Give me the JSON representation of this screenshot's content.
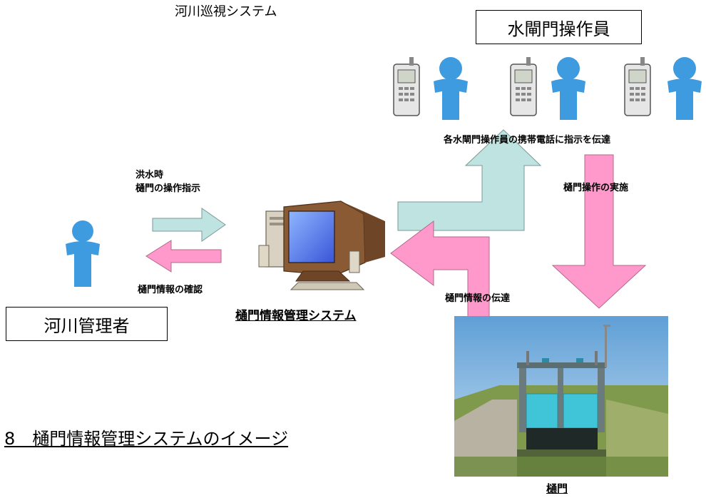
{
  "titles": {
    "river_patrol_system": "河川巡視システム",
    "sluice_operators": "水閘門操作員",
    "river_manager": "河川管理者",
    "sluice_info_system": "樋門情報管理システム",
    "sluice_gate": "樋門",
    "figure_caption": "8　樋門情報管理システムのイメージ"
  },
  "labels": {
    "flood_time": "洪水時",
    "operation_instruction": "樋門の操作指示",
    "confirm_info": "樋門情報の確認",
    "relay_to_phones": "各水閘門操作員の携帯電話に指示を伝達",
    "implement_operation": "樋門操作の実施",
    "transmit_info": "樋門情報の伝達"
  },
  "colors": {
    "cyan_arrow": "#bfe3e0",
    "pink_arrow": "#ff99cc",
    "person_blue": "#3f9be0",
    "gate_cyan": "#3fc4d8"
  },
  "icons": [
    "mobile-phone-icon",
    "person-icon",
    "computer-icon",
    "sluice-gate-photo"
  ]
}
